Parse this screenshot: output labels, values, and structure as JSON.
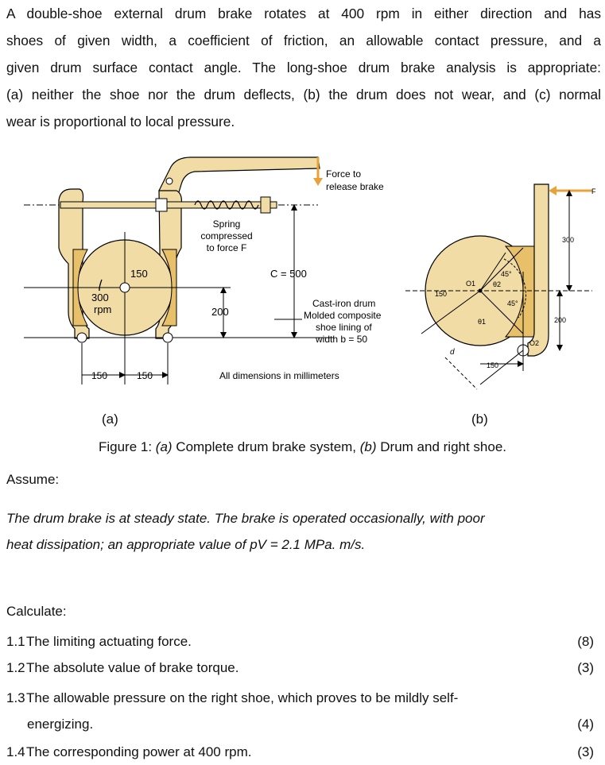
{
  "intro_lines": [
    "A double-shoe external drum brake rotates at 400 rpm in either direction and has",
    "shoes of given width, a coefficient of friction, an allowable contact pressure, and a",
    "given drum surface contact angle. The long-shoe drum brake analysis is appropriate:",
    "(a) neither the shoe nor the drum deflects, (b) the drum does not wear, and (c) normal",
    "wear is proportional to local pressure."
  ],
  "figure": {
    "a": {
      "force_label_1": "Force to",
      "force_label_2": "release brake",
      "spring_1": "Spring",
      "spring_2": "compressed",
      "spring_3": "to force F",
      "dim_150_top": "150",
      "dim_c": "C = 500",
      "rpm_num": "300",
      "rpm_unit": "rpm",
      "dim_200": "200",
      "drum_1": "Cast-iron drum",
      "drum_2": "Molded composite",
      "drum_3": "shoe lining of",
      "drum_4": "width b = 50",
      "dim_150_left": "150",
      "dim_150_right": "150",
      "units_note": "All dimensions in millimeters",
      "label": "(a)"
    },
    "b": {
      "F": "F",
      "dim_300": "300",
      "dim_200": "200",
      "dim_150_left": "150",
      "dim_150_bottom": "150",
      "angle_45_top": "45°",
      "angle_45_right": "45°",
      "O1": "O1",
      "O2": "O2",
      "theta1": "θ1",
      "theta2": "θ2",
      "d": "d",
      "label": "(b)"
    },
    "caption_prefix": "Figure 1: ",
    "caption_a": "(a)",
    "caption_mid": " Complete drum brake system, ",
    "caption_b": "(b)",
    "caption_end": " Drum and right shoe."
  },
  "assume_heading": "Assume:",
  "assumption_lines": [
    "The drum brake is at steady state. The brake is operated occasionally, with poor",
    "heat dissipation; an appropriate value of pV = 2.1 MPa. m/s."
  ],
  "calculate_heading": "Calculate:",
  "questions": [
    {
      "num": "1.1",
      "text": "The limiting actuating force.",
      "marks": "(8)"
    },
    {
      "num": "1.2",
      "text": "The absolute value of brake torque.",
      "marks": "(3)"
    },
    {
      "num": "1.3",
      "text": "The allowable pressure on the right shoe, which proves to be mildly self-",
      "cont": "energizing.",
      "marks": "(4)"
    },
    {
      "num": "1.4",
      "text": "The corresponding power at 400 rpm.",
      "marks": "(3)"
    }
  ],
  "colors": {
    "shoe_fill": "#f1dca6",
    "pad_fill": "#e9c06a",
    "arrow": "#e8a23a"
  }
}
